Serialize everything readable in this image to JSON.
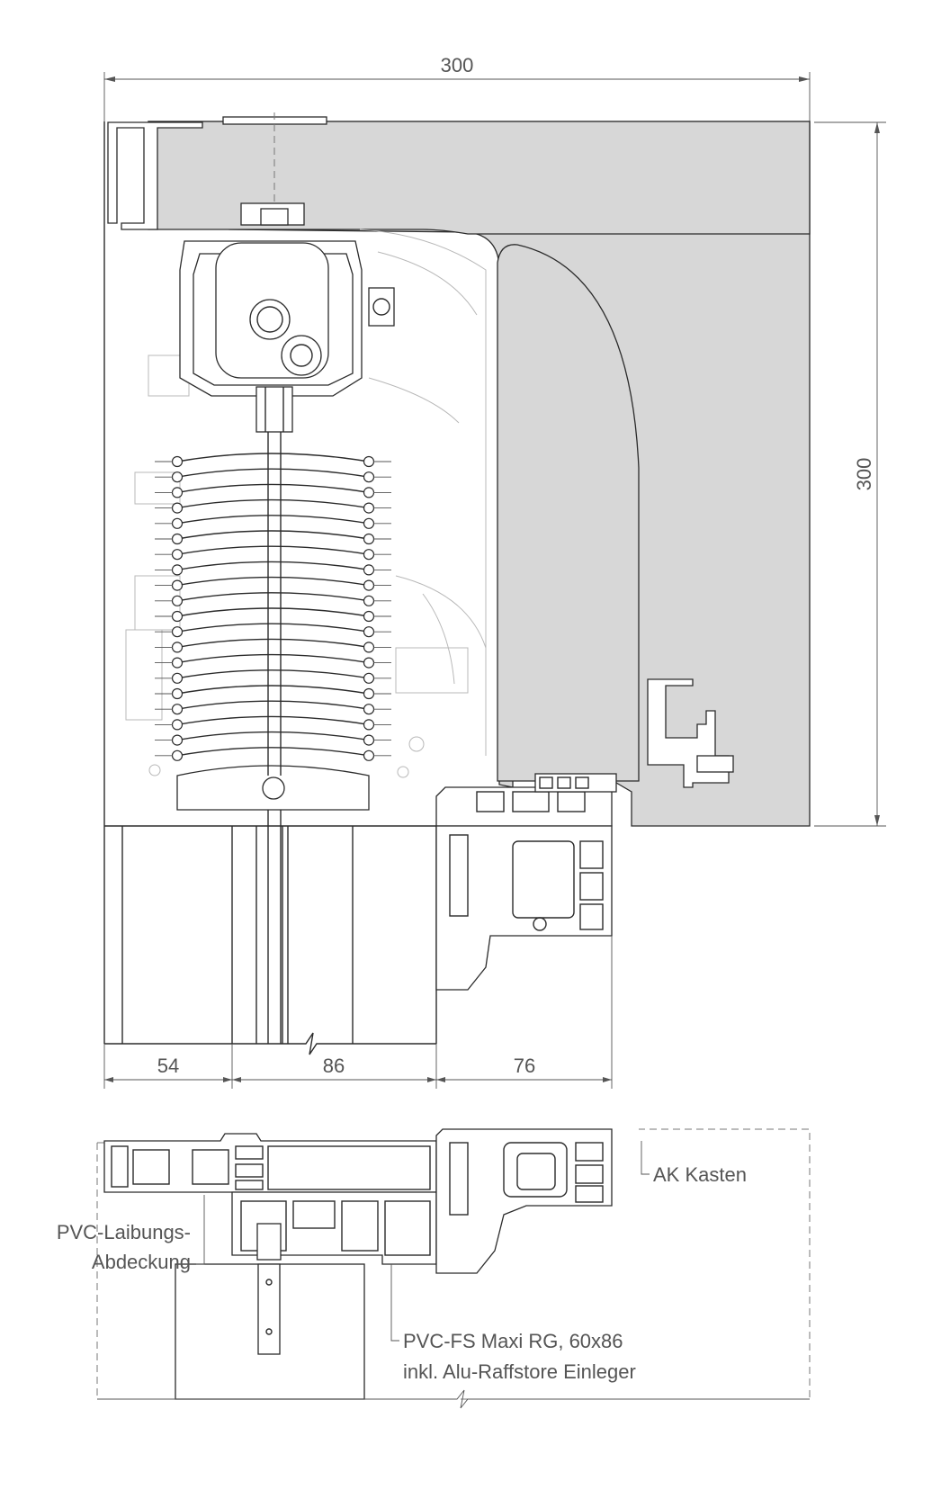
{
  "dimensions": {
    "top_width": "300",
    "right_height": "300",
    "bottom_a": "54",
    "bottom_b": "86",
    "bottom_c": "76"
  },
  "labels": {
    "ak_kasten": "AK Kasten",
    "laibung_line1": "PVC-Laibungs-",
    "laibung_line2": "Abdeckung",
    "profile_line1": "PVC-FS Maxi RG, 60x86",
    "profile_line2": "inkl. Alu-Raffstore Einleger"
  },
  "colors": {
    "line": "#2b2b2b",
    "insulation_fill": "#d7d7d7",
    "faint": "#b8b8b8",
    "text": "#555555"
  }
}
